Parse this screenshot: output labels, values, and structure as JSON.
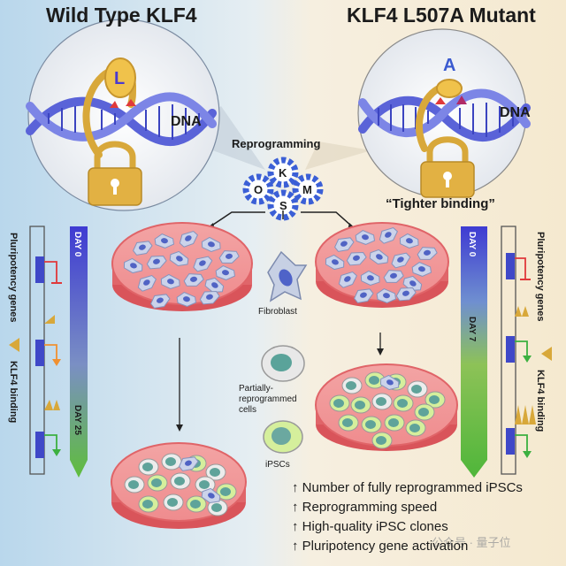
{
  "wild_type": {
    "title": "Wild Type KLF4",
    "residue": "L",
    "dna_label": "DNA",
    "axis_label_genes": "Pluripotency genes",
    "axis_label_binding": "KLF4 binding",
    "day_start": "DAY 0",
    "day_end": "DAY 25"
  },
  "mutant": {
    "title": "KLF4 L507A Mutant",
    "residue": "A",
    "dna_label": "DNA",
    "caption": "“Tighter binding”",
    "axis_label_genes": "Pluripotency genes",
    "axis_label_binding": "KLF4 binding",
    "day_start": "DAY 0",
    "day_mid": "DAY 7"
  },
  "center": {
    "reprogramming_label": "Reprogramming",
    "factors": [
      "K",
      "O",
      "S",
      "M"
    ],
    "fibroblast_label": "Fibroblast",
    "partial_label_1": "Partially-",
    "partial_label_2": "reprogrammed",
    "partial_label_3": "cells",
    "ipsc_label": "iPSCs"
  },
  "benefits": [
    "↑ Number of fully reprogrammed iPSCs",
    "↑ Reprogramming speed",
    "↑ High-quality iPSC clones",
    "↑ Pluripotency gene activation"
  ],
  "watermark": "公众号 · 量子位",
  "colors": {
    "bg_left": "#bcd9ec",
    "bg_right": "#f6ecd6",
    "dna_blue": "#5a63d8",
    "lock_yellow": "#d8a83a",
    "dish_red": "#e0666a",
    "gradient_top_blue": "#3b3ad0",
    "gradient_bottom_green": "#5fbd3c"
  }
}
